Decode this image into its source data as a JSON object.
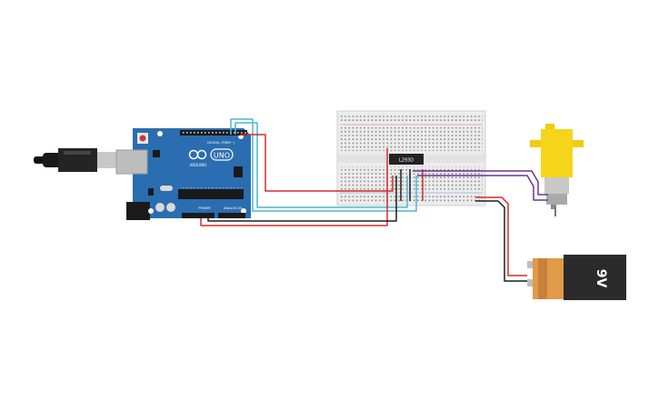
{
  "arduino": {
    "brand": "ARDUINO",
    "model": "UNO",
    "digital_label": "DIGITAL (PWM~)",
    "power_label": "POWER",
    "analog_label": "ANALOG IN",
    "board_color": "#2a6db0"
  },
  "breadboard": {
    "chip_label": "L293D",
    "body_color": "#ececec"
  },
  "battery": {
    "label": "9V",
    "body_color": "#2b2b2b",
    "accent_color": "#e09a48"
  },
  "motor": {
    "body_color": "#f5d519"
  },
  "wire_colors": {
    "red": "#d72a2a",
    "black": "#1e1e1e",
    "cyan": "#4fb6cc",
    "purple": "#6a3592"
  }
}
